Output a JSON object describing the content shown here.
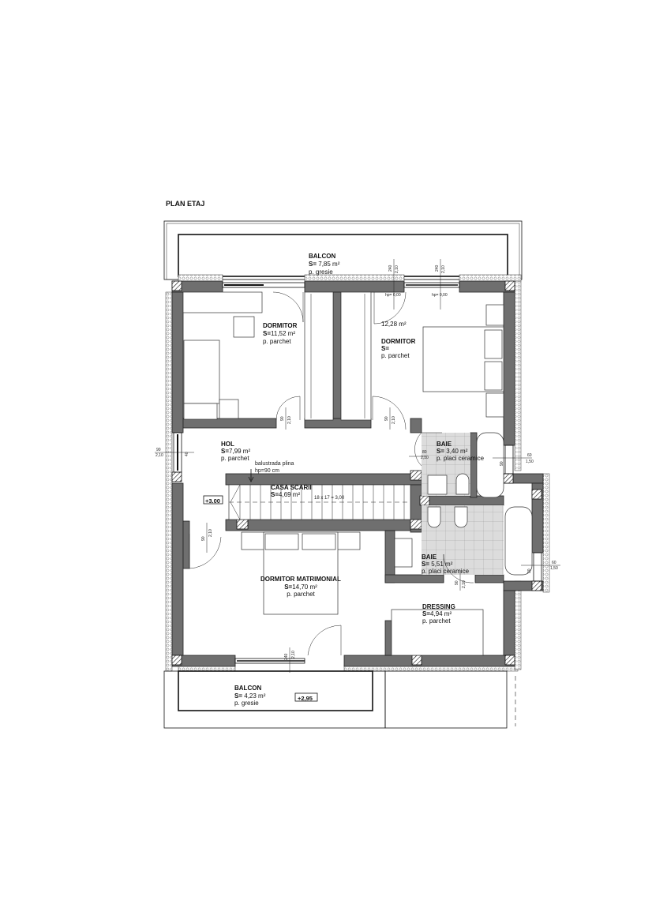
{
  "drawing": {
    "title": "PLAN ETAJ"
  },
  "rooms": {
    "balcon_top": {
      "name": "BALCON",
      "area_prefix": "S=",
      "area": "7,85 m²",
      "floor": "p. gresie"
    },
    "dormitor_left": {
      "name": "DORMITOR",
      "area_prefix": "S=",
      "area": "11,52 m²",
      "floor": "p. parchet"
    },
    "dormitor_right": {
      "name": "DORMITOR",
      "area_prefix": "S=",
      "area": "12,28 m²",
      "floor": "p. parchet"
    },
    "hol": {
      "name": "HOL",
      "area_prefix": "S=",
      "area": "7,99 m²",
      "floor": "p. parchet"
    },
    "casa_scarii": {
      "name": "CASA SCARII",
      "area_prefix": "S=",
      "area": "4,69 m²",
      "stair_formula": "18 x 17 = 3,00"
    },
    "baie_top": {
      "name": "BAIE",
      "area_prefix": "S=",
      "area": "3,40 m²",
      "floor": "p. placi ceramice"
    },
    "baie_bottom": {
      "name": "BAIE",
      "area_prefix": "S=",
      "area": "5,51 m²",
      "floor": "p. placi ceramice"
    },
    "dormitor_matrimonial": {
      "name": "DORMITOR MATRIMONIAL",
      "area_prefix": "S=",
      "area": "14,70 m²",
      "floor": "p. parchet"
    },
    "dressing": {
      "name": "DRESSING",
      "area_prefix": "S=",
      "area": "4,94 m²",
      "floor": "p. parchet"
    },
    "balcon_bottom": {
      "name": "BALCON",
      "area_prefix": "S=",
      "area": "4,23 m²",
      "floor": "p. gresie"
    }
  },
  "annotations": {
    "balustrada": "balustrada plina",
    "balustrada_hp": "hp=90 cm",
    "level_main": "+3.00",
    "level_balcony": "+2,95",
    "hp_window_1": "hp= 0,00",
    "hp_window_2": "hp= 0,00"
  },
  "dimensions": {
    "door_w": "90",
    "door_h": "2,10",
    "win_left_w": "90",
    "win_left_h": "2,10",
    "win_left_sill": "40",
    "win_right_w": "60",
    "win_right_h": "1,50",
    "win_right_sill": "90",
    "balcony_door_w": "240",
    "balcony_door_h": "2,10",
    "top_door_w": "240",
    "top_door_h": "2,10",
    "baie_door_w": "80",
    "baie_door_h": "2,10"
  }
}
